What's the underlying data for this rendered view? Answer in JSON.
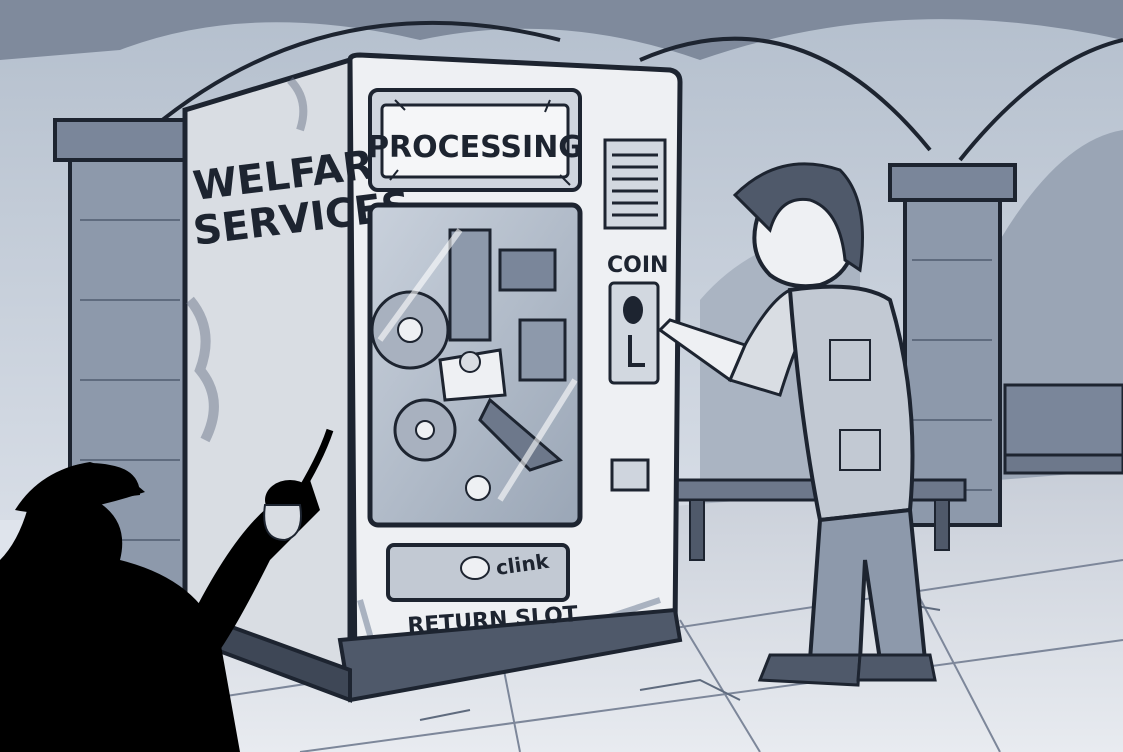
{
  "machine": {
    "side_label": [
      "WELFARE",
      "SERVICES"
    ],
    "display": "PROCESSING",
    "coin_label": "COIN",
    "return_label": "RETURN SLOT",
    "sound_text": "clink"
  },
  "palette": {
    "ink": "#1d2430",
    "stone": "#8d99ab",
    "stone_dark": "#5f6b7e",
    "machine_white": "#eef0f3",
    "shadow_figure": "#000000"
  }
}
